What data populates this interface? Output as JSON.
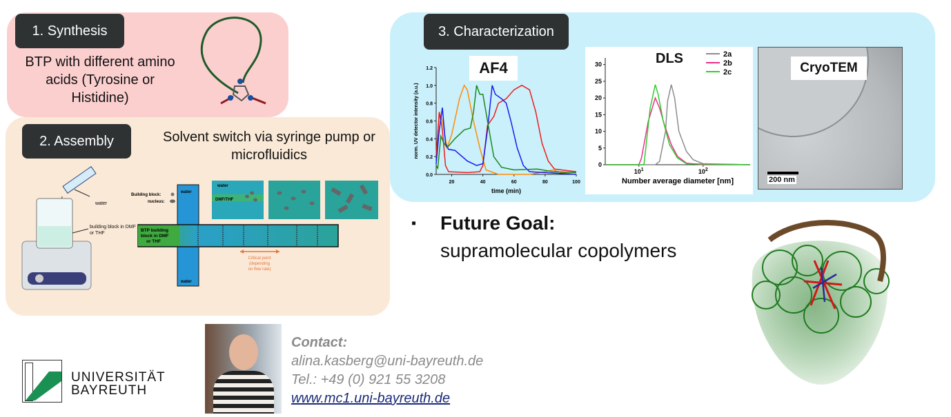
{
  "synthesis": {
    "tag": "1. Synthesis",
    "text": "BTP with different amino acids (Tyrosine or Histidine)"
  },
  "assembly": {
    "tag": "2. Assembly",
    "text": "Solvent switch via syringe pump or microfluidics",
    "beaker": {
      "water": "water",
      "building_block": "building block in DMF or THF"
    },
    "microfluidics": {
      "legend_block": "Building block:",
      "legend_nucleus": "nucleus:",
      "water_top": "water",
      "water_bottom": "water",
      "inlet": [
        "BTP building",
        "block in DMF",
        "or THF"
      ],
      "inset_water": "water",
      "inset_solvent": "DMF/THF",
      "critical": [
        "Critical point",
        "(depending",
        "on flow rate)"
      ]
    }
  },
  "characterization": {
    "tag": "3. Characterization",
    "af4_label": "AF4",
    "dls_label": "DLS",
    "cryotem_label": "CryoTEM",
    "scale_bar": "200 nm"
  },
  "future": {
    "bullet": "▪",
    "title": "Future Goal:",
    "text": "supramolecular copolymers"
  },
  "logo": {
    "line1": "UNIVERSITÄT",
    "line2": "BAYREUTH"
  },
  "contact": {
    "heading": "Contact:",
    "email": "alina.kasberg@uni-bayreuth.de",
    "phone": "Tel.: +49 (0) 921 55 3208",
    "website": "www.mc1.uni-bayreuth.de"
  },
  "colors": {
    "synthesis_bg": "#fccfcf",
    "assembly_bg": "#fae9d7",
    "characterization_bg": "#c9f0fb",
    "tag_bg": "#2e3233",
    "uni_green": "#1a9152"
  },
  "chart_data": [
    {
      "type": "line",
      "title": "AF4",
      "xlabel": "time (min)",
      "ylabel": "norm. UV detector intensity (a.u.)",
      "xlim": [
        10,
        100
      ],
      "ylim": [
        0,
        1.2
      ],
      "xticks": [
        20,
        40,
        60,
        80,
        100
      ],
      "yticks": [
        0.0,
        0.2,
        0.4,
        0.6,
        0.8,
        1.0,
        1.2
      ],
      "series": [
        {
          "name": "orange",
          "color": "#ff8c00",
          "points": [
            [
              10,
              0.2
            ],
            [
              12,
              0.7
            ],
            [
              14,
              0.6
            ],
            [
              17,
              0.3
            ],
            [
              20,
              0.45
            ],
            [
              25,
              0.85
            ],
            [
              28,
              1.0
            ],
            [
              30,
              0.95
            ],
            [
              34,
              0.6
            ],
            [
              38,
              0.3
            ],
            [
              42,
              0.05
            ],
            [
              50,
              0
            ],
            [
              70,
              0
            ],
            [
              80,
              0.03
            ],
            [
              85,
              0.05
            ],
            [
              90,
              0.02
            ],
            [
              100,
              0
            ]
          ]
        },
        {
          "name": "red",
          "color": "#ee1c1c",
          "points": [
            [
              10,
              0.2
            ],
            [
              12,
              0.7
            ],
            [
              14,
              0.5
            ],
            [
              16,
              0.1
            ],
            [
              18,
              0.03
            ],
            [
              30,
              0.02
            ],
            [
              38,
              0.03
            ],
            [
              40,
              0.1
            ],
            [
              43,
              0.55
            ],
            [
              47,
              0.65
            ],
            [
              50,
              0.8
            ],
            [
              55,
              0.85
            ],
            [
              60,
              0.95
            ],
            [
              65,
              1.0
            ],
            [
              70,
              0.95
            ],
            [
              74,
              0.7
            ],
            [
              78,
              0.35
            ],
            [
              82,
              0.15
            ],
            [
              86,
              0.06
            ],
            [
              100,
              0.03
            ]
          ]
        },
        {
          "name": "blue",
          "color": "#1a1aee",
          "points": [
            [
              10,
              0.12
            ],
            [
              12,
              0.5
            ],
            [
              14,
              0.75
            ],
            [
              16,
              0.35
            ],
            [
              18,
              0.28
            ],
            [
              22,
              0.27
            ],
            [
              30,
              0.15
            ],
            [
              36,
              0.1
            ],
            [
              40,
              0.12
            ],
            [
              43,
              0.5
            ],
            [
              46,
              1.0
            ],
            [
              48,
              0.9
            ],
            [
              52,
              0.85
            ],
            [
              55,
              0.8
            ],
            [
              58,
              0.6
            ],
            [
              62,
              0.3
            ],
            [
              66,
              0.1
            ],
            [
              70,
              0.03
            ],
            [
              100,
              0
            ]
          ]
        },
        {
          "name": "green",
          "color": "#1a8a1a",
          "points": [
            [
              10,
              0.1
            ],
            [
              11,
              0.07
            ],
            [
              13,
              0.43
            ],
            [
              15,
              0.35
            ],
            [
              17,
              0.3
            ],
            [
              22,
              0.4
            ],
            [
              28,
              0.5
            ],
            [
              32,
              0.52
            ],
            [
              34,
              0.7
            ],
            [
              36,
              1.0
            ],
            [
              38,
              0.9
            ],
            [
              40,
              0.9
            ],
            [
              43,
              0.6
            ],
            [
              47,
              0.2
            ],
            [
              52,
              0.08
            ],
            [
              60,
              0.05
            ],
            [
              75,
              0.06
            ],
            [
              85,
              0.03
            ],
            [
              100,
              0.02
            ]
          ]
        }
      ]
    },
    {
      "type": "line",
      "title": "DLS",
      "xlabel": "Number average diameter [nm]",
      "ylabel": "",
      "xscale": "log",
      "xlim": [
        3,
        540
      ],
      "ylim": [
        0,
        32
      ],
      "xticks": [
        {
          "v": 10,
          "label": "10",
          "exp": "1"
        },
        {
          "v": 100,
          "label": "10",
          "exp": "2"
        }
      ],
      "yticks": [
        0,
        5,
        10,
        15,
        20,
        25,
        30
      ],
      "legend": "top-right",
      "series": [
        {
          "name": "2a",
          "color": "#8c8c8c",
          "points": [
            [
              3,
              0
            ],
            [
              18,
              0
            ],
            [
              21,
              1
            ],
            [
              26,
              10
            ],
            [
              28,
              19
            ],
            [
              32,
              24
            ],
            [
              36,
              20
            ],
            [
              42,
              10
            ],
            [
              55,
              4
            ],
            [
              70,
              1.5
            ],
            [
              100,
              0.3
            ],
            [
              540,
              0
            ]
          ]
        },
        {
          "name": "2b",
          "color": "#ee2e8a",
          "points": [
            [
              3,
              0
            ],
            [
              10,
              0
            ],
            [
              11,
              2
            ],
            [
              14,
              13
            ],
            [
              18,
              20
            ],
            [
              21,
              17
            ],
            [
              25,
              12
            ],
            [
              32,
              6
            ],
            [
              40,
              2.5
            ],
            [
              55,
              0.5
            ],
            [
              100,
              0
            ],
            [
              540,
              0
            ]
          ]
        },
        {
          "name": "2c",
          "color": "#2ecc2e",
          "points": [
            [
              3,
              0
            ],
            [
              12,
              0
            ],
            [
              13,
              6
            ],
            [
              15,
              17
            ],
            [
              18,
              24
            ],
            [
              20,
              21
            ],
            [
              24,
              13
            ],
            [
              30,
              6
            ],
            [
              40,
              2
            ],
            [
              55,
              0.3
            ],
            [
              540,
              0
            ]
          ]
        }
      ]
    }
  ]
}
